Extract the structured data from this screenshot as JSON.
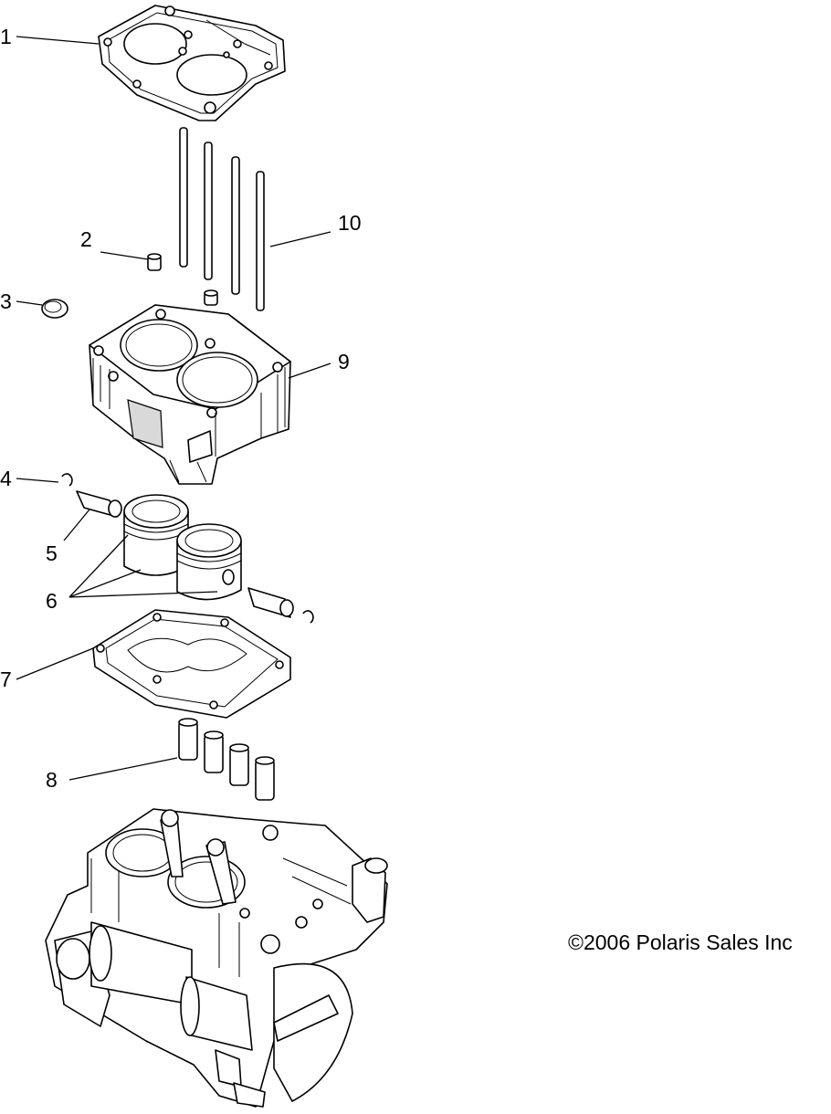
{
  "callouts": [
    "1",
    "2",
    "3",
    "4",
    "5",
    "6",
    "7",
    "8",
    "9",
    "10"
  ],
  "copyright": "©2006 Polaris Sales Inc"
}
